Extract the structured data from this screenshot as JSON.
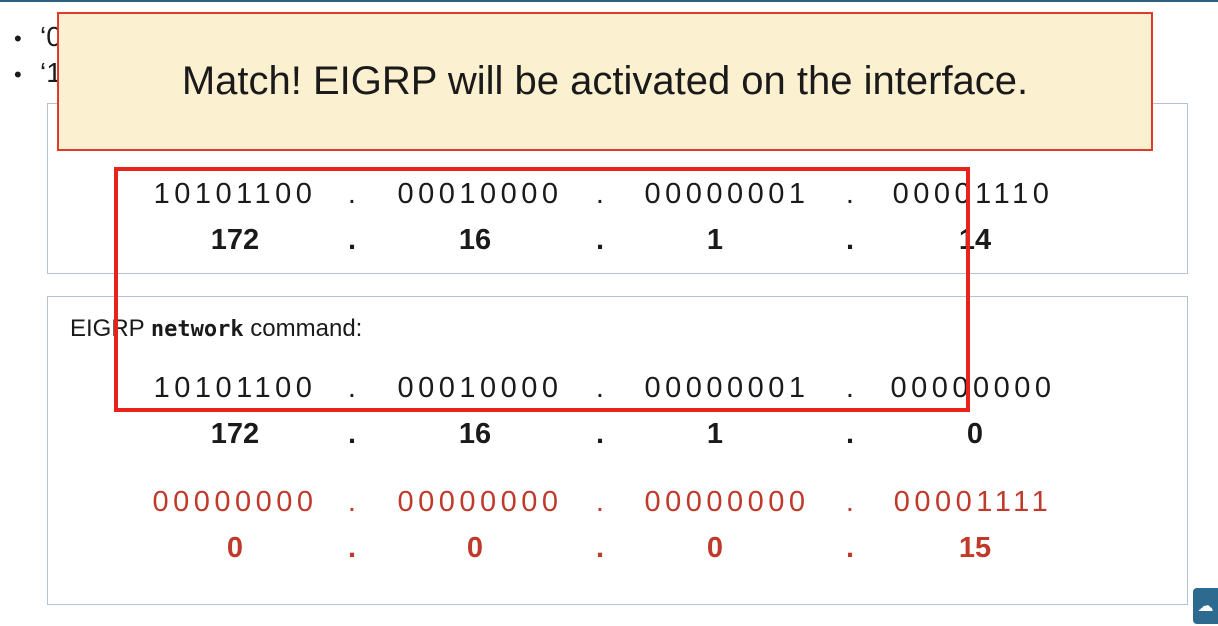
{
  "bullets": [
    "‘0",
    "‘1"
  ],
  "callout": {
    "text": "Match!  EIGRP will be activated on the interface."
  },
  "interface_address": {
    "binary": [
      "10101100",
      "00010000",
      "00000001",
      "00001110"
    ],
    "decimal": [
      "172",
      "16",
      "1",
      "14"
    ]
  },
  "network_command": {
    "label_prefix": "EIGRP ",
    "label_keyword": "network",
    "label_suffix": " command:",
    "binary": [
      "10101100",
      "00010000",
      "00000001",
      "00000000"
    ],
    "decimal": [
      "172",
      "16",
      "1",
      "0"
    ],
    "wildcard_binary": [
      "00000000",
      "00000000",
      "00000000",
      "00001111"
    ],
    "wildcard_decimal": [
      "0",
      "0",
      "0",
      "15"
    ]
  },
  "separator": ".",
  "colors": {
    "wildcard": "#c0392b",
    "highlight_border": "#e8231b",
    "callout_bg": "#fbf0d0"
  },
  "icons": {
    "corner": "cloud-icon"
  }
}
